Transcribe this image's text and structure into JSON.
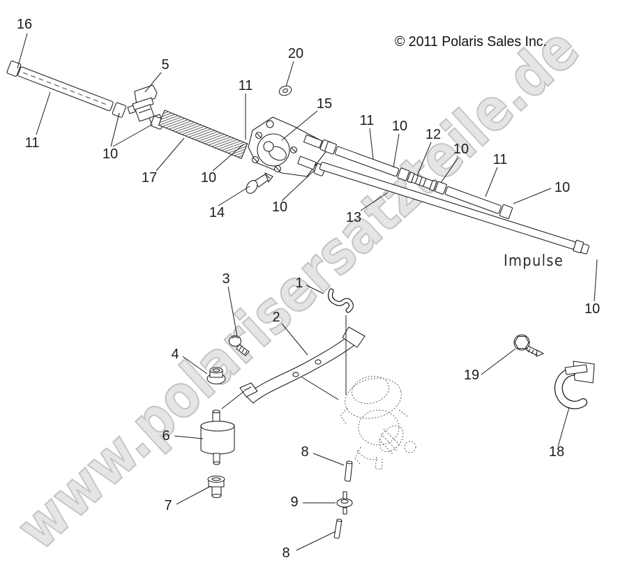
{
  "copyright": "© 2011 Polaris Sales Inc.",
  "watermark": "www.polarisersatzteile.de",
  "labels": {
    "impulse": "Impulse"
  },
  "callouts": [
    "16",
    "11",
    "5",
    "10",
    "17",
    "11",
    "20",
    "15",
    "10",
    "14",
    "10",
    "11",
    "10",
    "12",
    "10",
    "11",
    "10",
    "13",
    "10",
    "3",
    "1",
    "2",
    "4",
    "19",
    "18",
    "6",
    "7",
    "8",
    "9",
    "8"
  ],
  "colors": {
    "background": "#ffffff",
    "line_art": "#1a1a1a",
    "watermark_fill": "#e4e4e4",
    "watermark_outline": "#c2c2c2",
    "text": "#111111"
  }
}
